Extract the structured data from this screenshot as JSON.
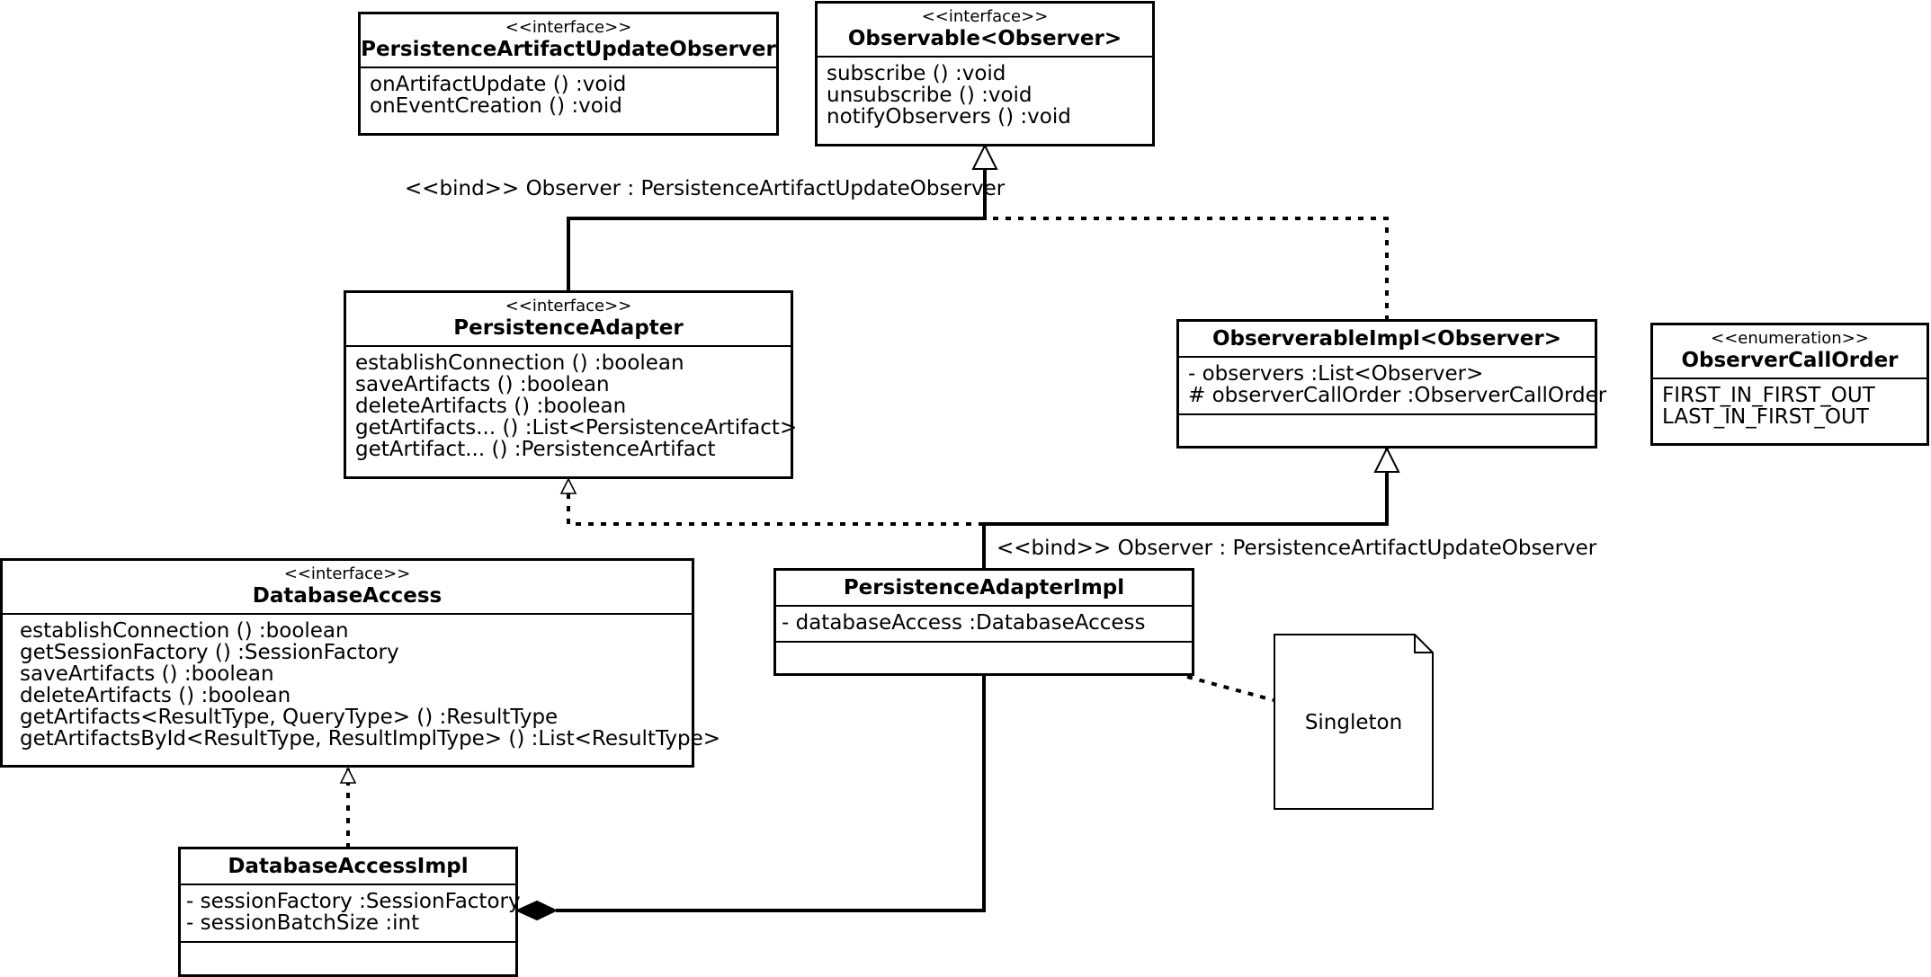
{
  "classes": {
    "persistence_artifact_update_observer": {
      "stereotype": "<<interface>>",
      "name": "PersistenceArtifactUpdateObserver",
      "operations": [
        "onArtifactUpdate () :void",
        "onEventCreation () :void"
      ]
    },
    "observable": {
      "stereotype": "<<interface>>",
      "name": "Observable<Observer>",
      "operations": [
        "subscribe () :void",
        "unsubscribe () :void",
        "notifyObservers () :void"
      ]
    },
    "persistence_adapter": {
      "stereotype": "<<interface>>",
      "name": "PersistenceAdapter",
      "operations": [
        "establishConnection () :boolean",
        "saveArtifacts () :boolean",
        "deleteArtifacts () :boolean",
        "getArtifacts... () :List<PersistenceArtifact>",
        "getArtifact... () :PersistenceArtifact"
      ]
    },
    "observerable_impl": {
      "name": "ObserverableImpl<Observer>",
      "attributes": [
        "- observers :List<Observer>",
        "# observerCallOrder :ObserverCallOrder"
      ]
    },
    "observer_call_order": {
      "stereotype": "<<enumeration>>",
      "name": "ObserverCallOrder",
      "literals": [
        "FIRST_IN_FIRST_OUT",
        "LAST_IN_FIRST_OUT"
      ]
    },
    "database_access": {
      "stereotype": "<<interface>>",
      "name": "DatabaseAccess",
      "operations": [
        "establishConnection () :boolean",
        "getSessionFactory () :SessionFactory",
        "saveArtifacts () :boolean",
        "deleteArtifacts () :boolean",
        "getArtifacts<ResultType, QueryType> () :ResultType",
        "getArtifactsById<ResultType, ResultImplType> () :List<ResultType>"
      ]
    },
    "persistence_adapter_impl": {
      "name": "PersistenceAdapterImpl",
      "attributes": [
        "- databaseAccess :DatabaseAccess"
      ]
    },
    "database_access_impl": {
      "name": "DatabaseAccessImpl",
      "attributes": [
        "- sessionFactory :SessionFactory",
        "- sessionBatchSize :int"
      ]
    }
  },
  "relations": {
    "bind_top": "<<bind>> Observer : PersistenceArtifactUpdateObserver",
    "bind_bottom": "<<bind>> Observer : PersistenceArtifactUpdateObserver"
  },
  "note": {
    "text": "Singleton"
  }
}
